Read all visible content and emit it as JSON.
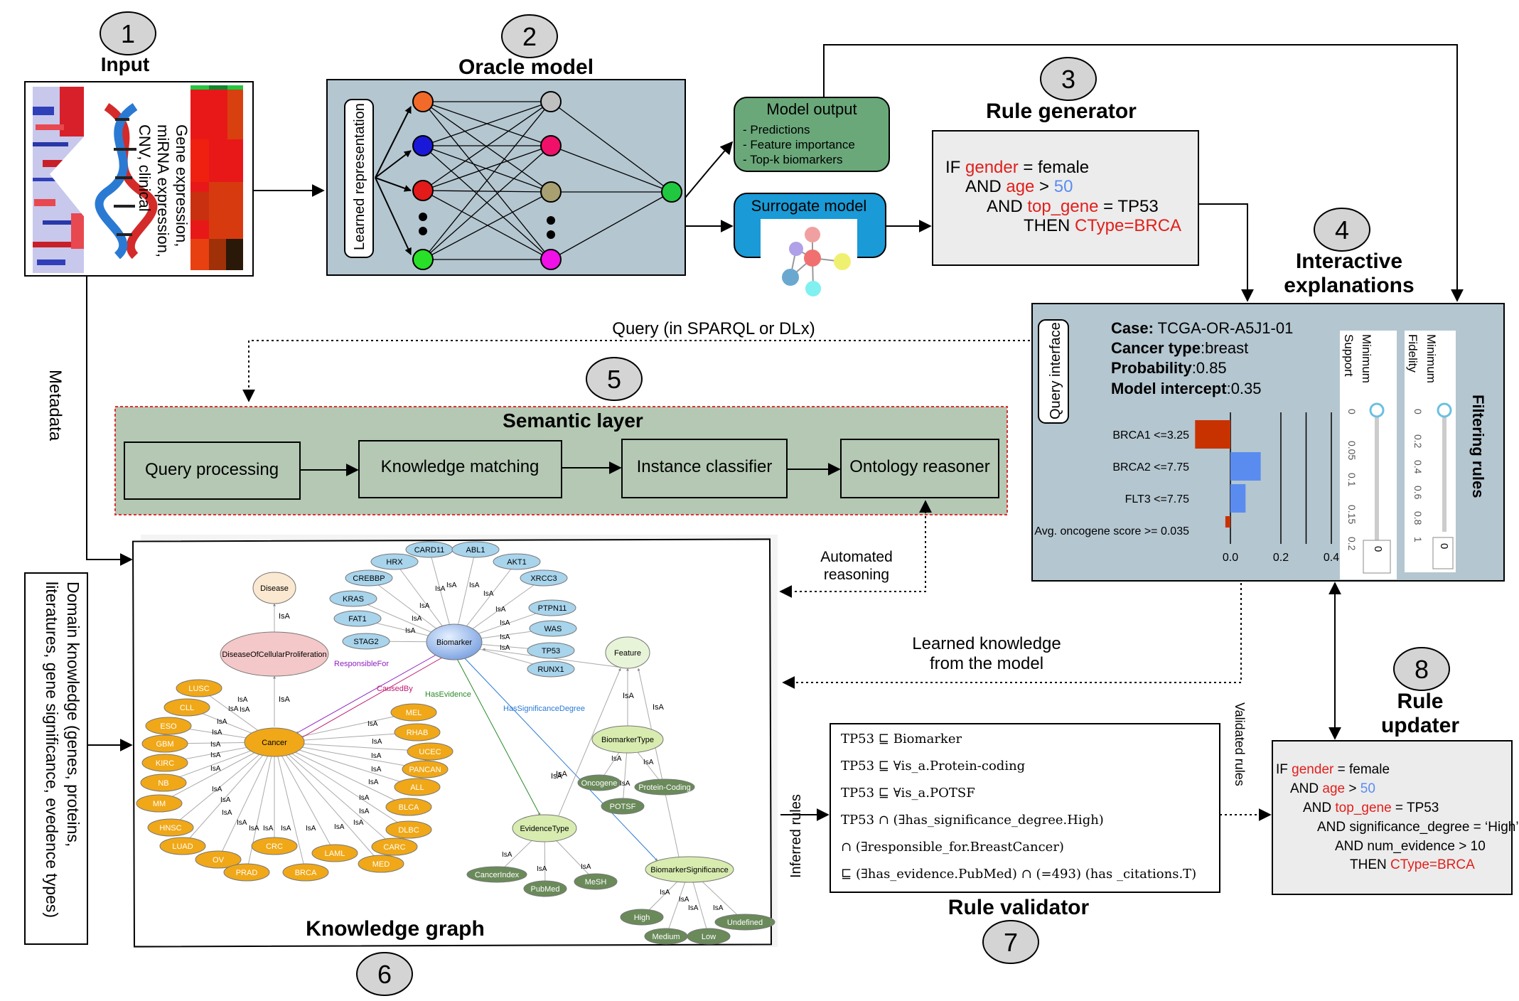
{
  "steps": {
    "s1": {
      "num": "1",
      "title": "Input",
      "side_text": [
        "Gene expression,",
        "miRNA expression,",
        "CNV, clinical"
      ]
    },
    "s2": {
      "num": "2",
      "title": "Oracle model",
      "learned_representation": "Learned representation"
    },
    "s3": {
      "num": "3",
      "title": "Rule generator"
    },
    "s4": {
      "num": "4",
      "title_line1": "Interactive",
      "title_line2": "explanations"
    },
    "s5": {
      "num": "5",
      "title": "Semantic layer"
    },
    "s6": {
      "num": "6",
      "title": "Knowledge graph"
    },
    "s7": {
      "num": "7",
      "title": "Rule validator"
    },
    "s8": {
      "num": "8",
      "title_line1": "Rule",
      "title_line2": "updater"
    }
  },
  "model_output": {
    "title": "Model output",
    "items": [
      "- Predictions",
      "- Feature importance",
      "- Top-k biomarkers"
    ]
  },
  "surrogate": {
    "title": "Surrogate model"
  },
  "rule_generator": {
    "l1_if": "IF ",
    "l1_var": "gender",
    "l1_rest": " = female",
    "l2_and": "AND ",
    "l2_var": "age",
    "l2_op": " > ",
    "l2_val": "50",
    "l3_and": "AND ",
    "l3_var": "top_gene",
    "l3_rest": " = TP53",
    "l4_then": "THEN ",
    "l4_var": "CType=BRCA"
  },
  "interactive": {
    "query_interface": "Query interface",
    "case_label": "Case:",
    "case_value": " TCGA-OR-A5J1-01",
    "cancer_label": "Cancer type",
    "cancer_value": ":breast",
    "prob_label": "Probability",
    "prob_value": ":0.85",
    "intercept_label": "Model intercept",
    "intercept_value": ":0.35",
    "filtering_rules": "Filtering rules",
    "support_label": [
      "Minimum",
      "Support"
    ],
    "support_ticks": [
      "0",
      "0.05",
      "0.1",
      "0.15",
      "0.2"
    ],
    "support_value": "0",
    "fidelity_label": [
      "Minimum",
      "Fidelity"
    ],
    "fidelity_ticks": [
      "0",
      "0.2",
      "0.4",
      "0.6",
      "0.8",
      "1"
    ],
    "fidelity_value": "0"
  },
  "chart_data": {
    "type": "bar",
    "orientation": "horizontal",
    "categories": [
      "BRCA1 <=3.25",
      "BRCA2 <=7.75",
      "FLT3 <=7.75",
      "Avg. oncogene score >= 0.035"
    ],
    "values": [
      -0.14,
      0.12,
      0.06,
      -0.02
    ],
    "colors": [
      "#c83200",
      "#5a8cf0",
      "#5a8cf0",
      "#c83200"
    ],
    "x_ticks": [
      "0.0",
      "0.2",
      "0.4"
    ],
    "xlim": [
      -0.15,
      0.4
    ]
  },
  "edges": {
    "query": "Query (in SPARQL or DLx)",
    "metadata": "Metadata",
    "automated_line1": "Automated",
    "automated_line2": "reasoning",
    "learned_line1": "Learned knowledge",
    "learned_line2": "from the model",
    "inferred": "Inferred rules",
    "validated": "Validated rules",
    "domain_line1": "Domain  knowledge (genes, proteins,",
    "domain_line2": "literatures, gene significance, evedence types)"
  },
  "semantic": {
    "query_processing": "Query processing",
    "knowledge_matching": "Knowledge matching",
    "instance_classifier": "Instance classifier",
    "ontology_reasoner": "Ontology reasoner"
  },
  "kg": {
    "disease": "Disease",
    "disease_prolif": "DiseaseOfCellularProliferation",
    "cancer": "Cancer",
    "biomarker": "Biomarker",
    "feature": "Feature",
    "biomarker_type": "BiomarkerType",
    "evidence_type": "EvidenceType",
    "biomarker_significance": "BiomarkerSignificance",
    "oncogene": "Oncogene",
    "protein_coding": "Protein-Coding",
    "potsf": "POTSF",
    "cancer_index": "CancerIndex",
    "pubmed": "PubMed",
    "mesh": "MeSH",
    "high": "High",
    "medium": "Medium",
    "low": "Low",
    "undefined": "Undefined",
    "responsible_for": "ResponsibleFor",
    "caused_by": "CausedBy",
    "has_evidence": "HasEvidence",
    "has_significance_degree": "HasSignificanceDegree",
    "isa": "IsA",
    "genes": [
      "CARD11",
      "ABL1",
      "HRX",
      "AKT1",
      "CREBBP",
      "XRCC3",
      "KRAS",
      "PTPN11",
      "FAT1",
      "WAS",
      "STAG2",
      "TP53",
      "RUNX1"
    ],
    "cancers": [
      "LUSC",
      "CLL",
      "ESO",
      "GBM",
      "KIRC",
      "NB",
      "MM",
      "HNSC",
      "LUAD",
      "OV",
      "PRAD",
      "CRC",
      "BRCA",
      "LAML",
      "MED",
      "CARC",
      "DLBC",
      "BLCA",
      "ALL",
      "PANCAN",
      "UCEC",
      "RHAB",
      "MEL"
    ]
  },
  "validator": {
    "lines": [
      "TP53 ⊑ Biomarker",
      "TP53 ⊑ ∀is_a.Protein-coding",
      "TP53 ⊑ ∀is_a.POTSF",
      "TP53 ∩ (∃has_significance_degree.High)",
      "∩ (∃responsible_for.BreastCancer)",
      "⊑ (∃has_evidence.PubMed) ∩ (=493) (has _citations.T)"
    ]
  },
  "rule_updater": {
    "l1_if": "IF ",
    "l1_var": "gender",
    "l1_rest": " = female",
    "l2_and": "AND ",
    "l2_var": "age",
    "l2_op": " > ",
    "l2_val": "50",
    "l3_and": "AND ",
    "l3_var": "top_gene",
    "l3_rest": " = TP53",
    "l4": "AND significance_degree = ‘High’",
    "l5": "AND num_evidence > 10",
    "l6_then": "THEN ",
    "l6_var": "CType=BRCA"
  },
  "colors": {
    "panel_blue": "#b4c6d0",
    "semantic_green": "#b4c8b4",
    "rule_gray": "#ececec",
    "model_output_green": "#6aa87a",
    "surrogate_blue": "#1a9ad6",
    "kg_orange": "#f0a818",
    "kg_blue": "#a8d4ec",
    "kg_dark_green": "#6a8a5a",
    "kg_light_green": "#d8ecb0",
    "rule_red": "#e0201c",
    "rule_blue": "#5a8cf0"
  }
}
